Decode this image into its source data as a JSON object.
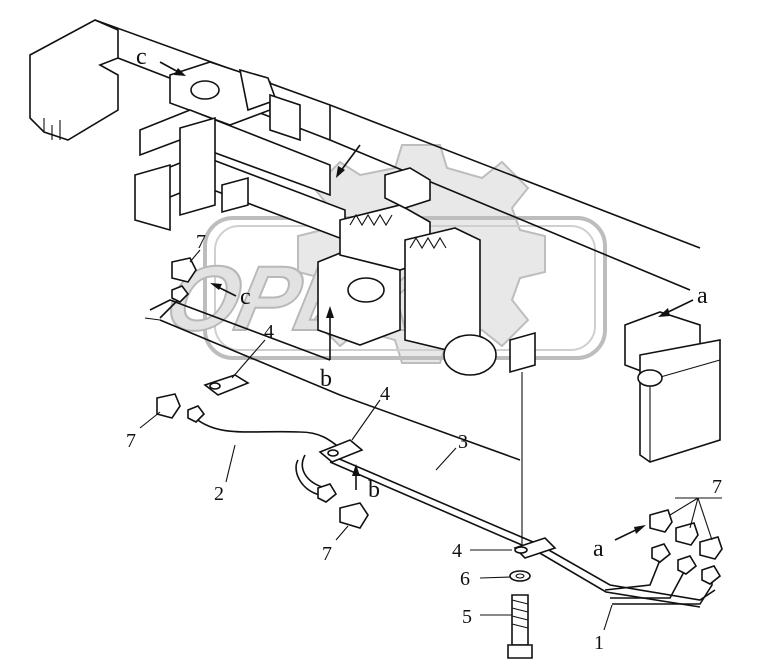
{
  "watermark": {
    "text": "OPEX"
  },
  "callouts": {
    "a_top": "a",
    "a_bottom": "a",
    "b_top": "b",
    "b_bottom": "b",
    "c_top": "c",
    "c_mid": "c",
    "part_1": "1",
    "part_2": "2",
    "part_3": "3",
    "part_4_left": "4",
    "part_4_mid": "4",
    "part_4_washer": "4",
    "part_5": "5",
    "part_6": "6",
    "part_7_top": "7",
    "part_7_left": "7",
    "part_7_bottom": "7",
    "part_7_right": "7"
  }
}
